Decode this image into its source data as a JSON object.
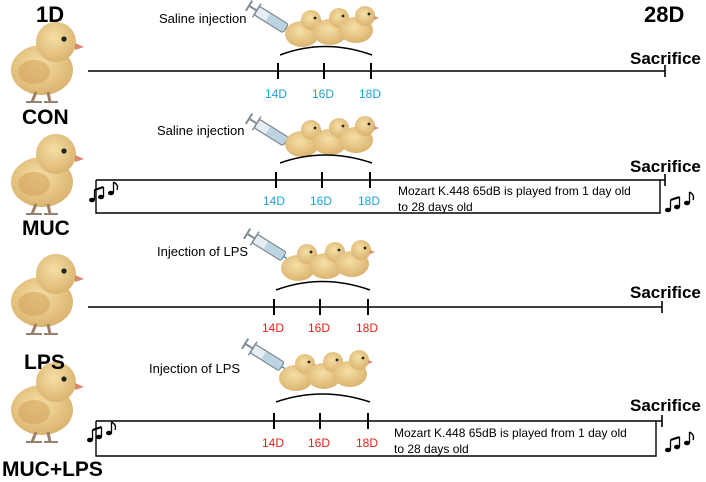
{
  "header": {
    "start_day": "1D",
    "end_day": "28D"
  },
  "groups": [
    {
      "name": "CON",
      "injection": "Saline injection",
      "end_label": "Sacrifice",
      "ticks": [
        "14D",
        "16D",
        "18D"
      ],
      "tick_color": "#1aa3d9",
      "music": false,
      "note": ""
    },
    {
      "name": "MUC",
      "injection": "Saline injection",
      "end_label": "Sacrifice",
      "ticks": [
        "14D",
        "16D",
        "18D"
      ],
      "tick_color": "#1aa3d9",
      "music": true,
      "note": "Mozart K.448 65dB is played from 1 day old to 28 days old"
    },
    {
      "name": "LPS",
      "injection": "Injection of LPS",
      "end_label": "Sacrifice",
      "ticks": [
        "14D",
        "16D",
        "18D"
      ],
      "tick_color": "#e8201a",
      "music": false,
      "note": ""
    },
    {
      "name": "MUC+LPS",
      "injection": "Injection of LPS",
      "end_label": "Sacrifice",
      "ticks": [
        "14D",
        "16D",
        "18D"
      ],
      "tick_color": "#e8201a",
      "music": true,
      "note": "Mozart K.448 65dB is played from 1 day old to 28 days old"
    }
  ],
  "notes": {
    "muc_line1": "Mozart K.448 65dB is played from 1 day old",
    "muc_line2": "to 28 days old",
    "muclps_line1": "Mozart K.448 65dB is played from 1 day old",
    "muclps_line2": " to 28 days old"
  },
  "icons": {
    "chick": "chick-icon",
    "syringe": "syringe-icon",
    "music": "music-notes-icon"
  }
}
